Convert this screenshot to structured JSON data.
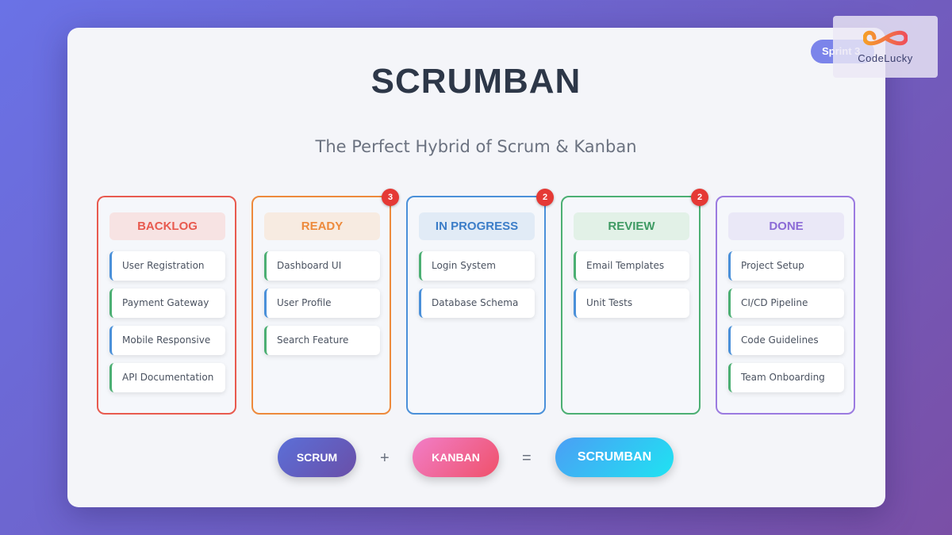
{
  "title": "SCRUMBAN",
  "subtitle": "The Perfect Hybrid of Scrum & Kanban",
  "sprint_label": "Sprint 3",
  "logo_text": "CodeLucky",
  "columns": [
    {
      "title": "BACKLOG",
      "badge": "",
      "tasks": [
        "User Registration",
        "Payment Gateway",
        "Mobile Responsive",
        "API Documentation"
      ]
    },
    {
      "title": "READY",
      "badge": "3",
      "tasks": [
        "Dashboard UI",
        "User Profile",
        "Search Feature"
      ]
    },
    {
      "title": "IN PROGRESS",
      "badge": "2",
      "tasks": [
        "Login System",
        "Database Schema"
      ]
    },
    {
      "title": "REVIEW",
      "badge": "2",
      "tasks": [
        "Email Templates",
        "Unit Tests"
      ]
    },
    {
      "title": "DONE",
      "badge": "",
      "tasks": [
        "Project Setup",
        "CI/CD Pipeline",
        "Code Guidelines",
        "Team Onboarding"
      ]
    }
  ],
  "formula": {
    "left": "SCRUM",
    "plus": "+",
    "middle": "KANBAN",
    "equals": "=",
    "result": "SCRUMBAN"
  },
  "colors": {
    "backlog": "#e85a4f",
    "ready": "#ed8a3c",
    "in_progress": "#4a90d9",
    "review": "#4caf73",
    "done": "#9b7ae0",
    "badge": "#e53935"
  }
}
